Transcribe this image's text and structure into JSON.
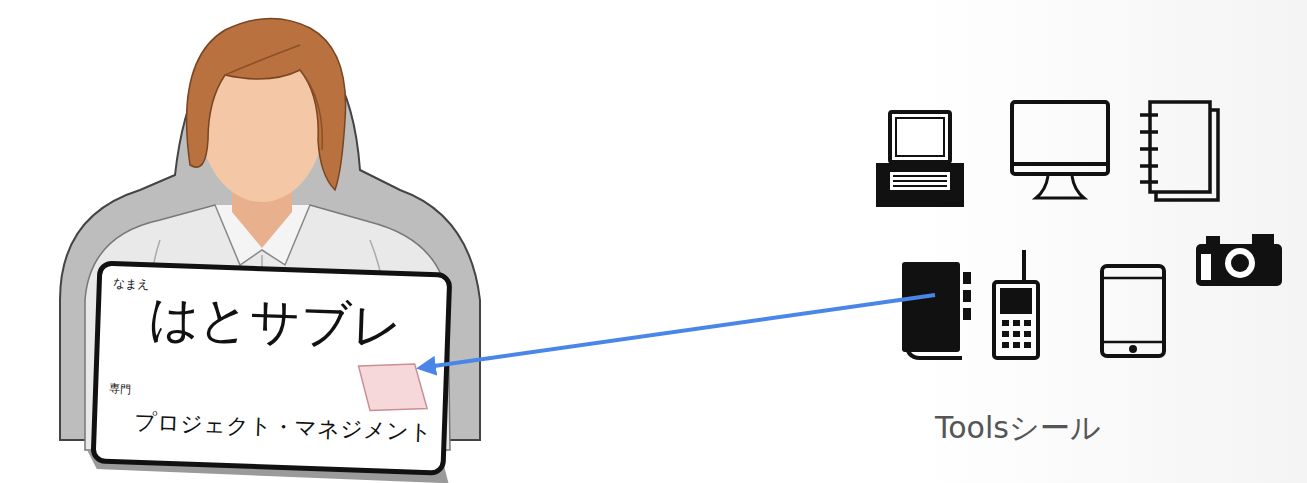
{
  "diagram": {
    "nodes": [
      {
        "text": [
          "なまえ",
          "はとサブレ",
          "専門",
          "プロジェクト・マネジメント"
        ]
      }
    ],
    "labels": [
      "Toolsシール"
    ]
  }
}
